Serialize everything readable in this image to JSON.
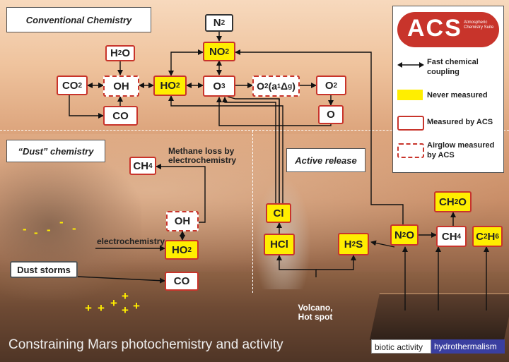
{
  "sections": {
    "conventional": "Conventional Chemistry",
    "dust": "“Dust” chemistry",
    "active": "Active release"
  },
  "species": {
    "n2": "N2",
    "no2": "NO2",
    "h2o": "H2O",
    "co2": "CO2",
    "oh_top": "OH",
    "ho2_top": "HO2",
    "o3": "O3",
    "o2_singlet": "O2(a1Δg)",
    "o2": "O2",
    "co_top": "CO",
    "o": "O",
    "ch4_dust": "CH4",
    "oh_dust": "OH",
    "ho2_dust": "HO2",
    "co_dust": "CO",
    "cl": "Cl",
    "hcl": "HCl",
    "h2s": "H2S",
    "n2o": "N2O",
    "ch4_surf": "CH4",
    "ch2o": "CH2O",
    "c2h6": "C2H6"
  },
  "labels": {
    "methane_loss": "Methane loss by electrochemistry",
    "electrochemistry": "electrochemistry",
    "dust_storms": "Dust storms",
    "volcano": "Volcano, Hot spot"
  },
  "legend": {
    "logo_text": "ACS",
    "logo_sub": "Atmospheric Chemistry Suite",
    "fast": "Fast chemical coupling",
    "never": "Never measured",
    "measured": "Measured by ACS",
    "airglow": "Airglow measured by ACS"
  },
  "footer": {
    "caption": "Constraining Mars photochemistry and activity",
    "biotic": "biotic activity",
    "hydrothermalism": "hydrothermalism"
  },
  "colors": {
    "measured_border": "#c8342b",
    "never_fill": "#ffee00",
    "hydro_fill": "#3a3fa0"
  }
}
